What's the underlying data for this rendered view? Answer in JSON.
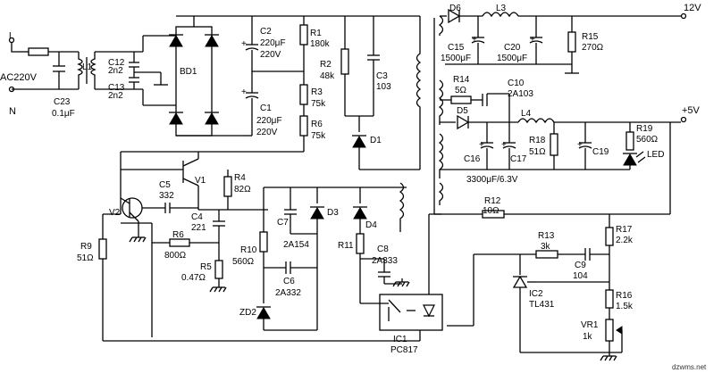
{
  "input": {
    "voltage": "AC220V",
    "line": "L",
    "neutral": "N"
  },
  "rails": {
    "v12": "12V",
    "v5": "+5V"
  },
  "components": {
    "C23": "C23",
    "C23_val": "0.1μF",
    "L1": "L1",
    "C12": "C12",
    "C12_val": "2n2",
    "C13": "C13",
    "C13_val": "2n2",
    "BD1": "BD1",
    "C2": "C2",
    "C2_val": "220μF",
    "C2_v": "220V",
    "C1": "C1",
    "C1_val": "220μF",
    "C1_v": "220V",
    "R1": "R1",
    "R1_val": "180k",
    "R2": "R2",
    "R2_val": "48k",
    "R3": "R3",
    "R3_val": "75k",
    "R6a": "R6",
    "R6a_val": "75k",
    "C3": "C3",
    "C3_val": "103",
    "D1": "D1",
    "V1": "V1",
    "V2": "V2",
    "R4": "R4",
    "R4_val": "82Ω",
    "C5": "C5",
    "C5_val": "332",
    "C4": "C4",
    "C4_val": "221",
    "R6b": "R6",
    "R6b_val": "800Ω",
    "R5": "R5",
    "R5_val": "0.47Ω",
    "R9": "R9",
    "R9_val": "51Ω",
    "R10": "R10",
    "R10_val": "560Ω",
    "C7": "C7",
    "C7_val": "2A154",
    "D3": "D3",
    "C6": "C6",
    "C6_val": "2A332",
    "ZD2": "ZD2",
    "D4": "D4",
    "R11": "R11",
    "C8": "C8",
    "C8_val": "2A333",
    "IC1": "IC1",
    "IC1_val": "PC817",
    "D6": "D6",
    "L3": "L3",
    "C15": "C15",
    "C15_val": "1500μF",
    "C20": "C20",
    "C20_val": "1500μF",
    "R15": "R15",
    "R15_val": "270Ω",
    "R14": "R14",
    "R14_val": "5Ω",
    "C10": "C10",
    "C10_val": "2A103",
    "D5": "D5",
    "L4": "L4",
    "C16": "C16",
    "C17": "C17",
    "C17_note": "3300μF/6.3V",
    "R18": "R18",
    "R18_val": "51Ω",
    "C19": "C19",
    "R19": "R19",
    "R19_val": "560Ω",
    "LED": "LED",
    "R12": "R12",
    "R12_val": "10Ω",
    "R13": "R13",
    "R13_val": "3k",
    "C9": "C9",
    "C9_val": "104",
    "R17": "R17",
    "R17_val": "2.2k",
    "IC2": "IC2",
    "IC2_val": "TL431",
    "R16": "R16",
    "R16_val": "1.5k",
    "VR1": "VR1",
    "VR1_val": "1k"
  },
  "watermark": "dzwms.net"
}
